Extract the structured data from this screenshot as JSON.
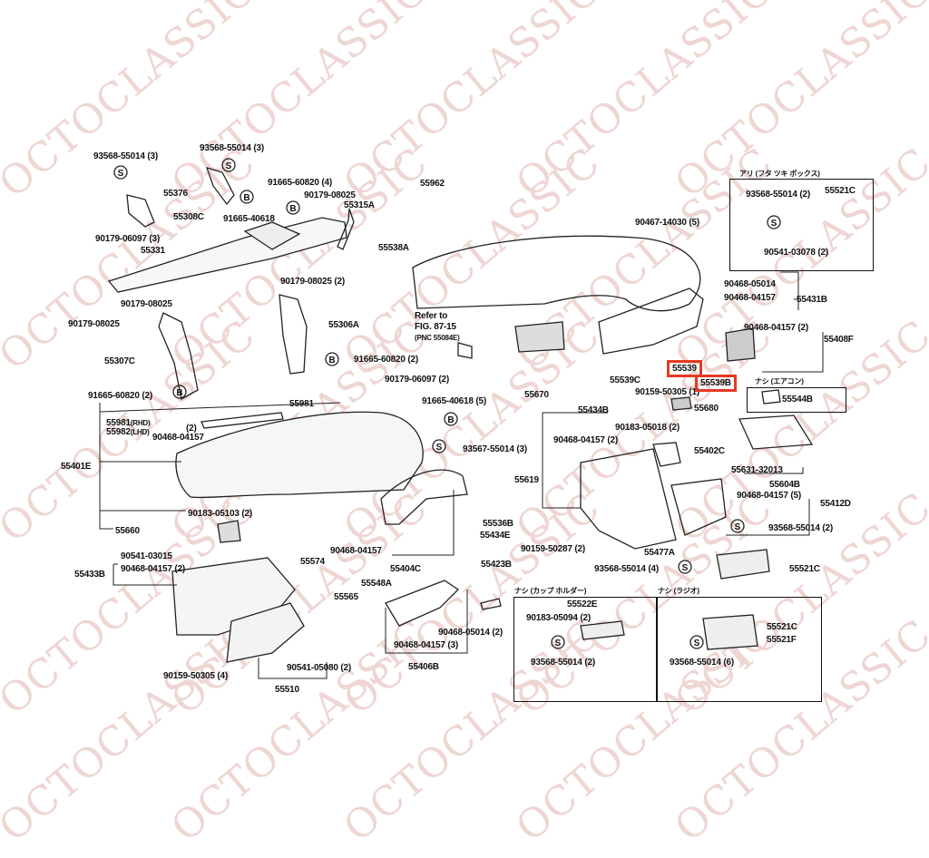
{
  "watermark": "OCTOCLASSIC",
  "highlight_color": "#e53a22",
  "labels": [
    "93568-55014 (3)",
    "93568-55014 (3)",
    "55376",
    "91665-60820 (4)",
    "90179-08025",
    "55315A",
    "55308C",
    "91665-40618",
    "90179-06097 (3)",
    "55331",
    "90179-08025 (2)",
    "90179-08025",
    "90179-08025",
    "55306A",
    "55307C",
    "91665-60820 (2)",
    "91665-60820 (2)",
    "55981",
    "90179-06097 (2)",
    "91665-40618 (5)",
    "55981",
    "55982",
    "(2)",
    "90468-04157",
    "55401E",
    "93567-55014 (3)",
    "55619",
    "90183-05103 (2)",
    "55660",
    "55536B",
    "55434E",
    "90159-50287 (2)",
    "90468-04157",
    "55404C",
    "90541-03015",
    "90468-04157 (2)",
    "55433B",
    "55574",
    "55548A",
    "55565",
    "55423B",
    "90468-05014 (2)",
    "90468-04157 (3)",
    "55406B",
    "90159-50305 (4)",
    "90541-05080 (2)",
    "55510",
    "55962",
    "55538A",
    "Refer to",
    "FIG. 87-15",
    "(PNC 55084E)",
    "55670",
    "90467-14030 (5)",
    "90468-05014",
    "90468-04157",
    "55431B",
    "90468-04157 (2)",
    "55408F",
    "55539C",
    "90159-50305 (1)",
    "55539",
    "55539B",
    "55680",
    "ナシ (エアコン)",
    "55544B",
    "アリ (フタ ツキ ボックス)",
    "93568-55014 (2)",
    "55521C",
    "90541-03078 (2)",
    "55434B",
    "90183-05018 (2)",
    "90468-04157 (2)",
    "55402C",
    "55631-32013",
    "55604B",
    "90468-04157 (5)",
    "55412D",
    "93568-55014 (2)",
    "55477A",
    "93568-55014 (4)",
    "55521C",
    "ナシ (カップ ホルダー)",
    "55522E",
    "90183-05094 (2)",
    "93568-55014 (2)",
    "ナシ (ラジオ)",
    "55521C",
    "55521F",
    "93568-55014 (6)"
  ],
  "small_tags": {
    "rhd": "(RHD)",
    "lhd": "(LHD)"
  },
  "symbols": {
    "s": "S",
    "b": "B"
  }
}
